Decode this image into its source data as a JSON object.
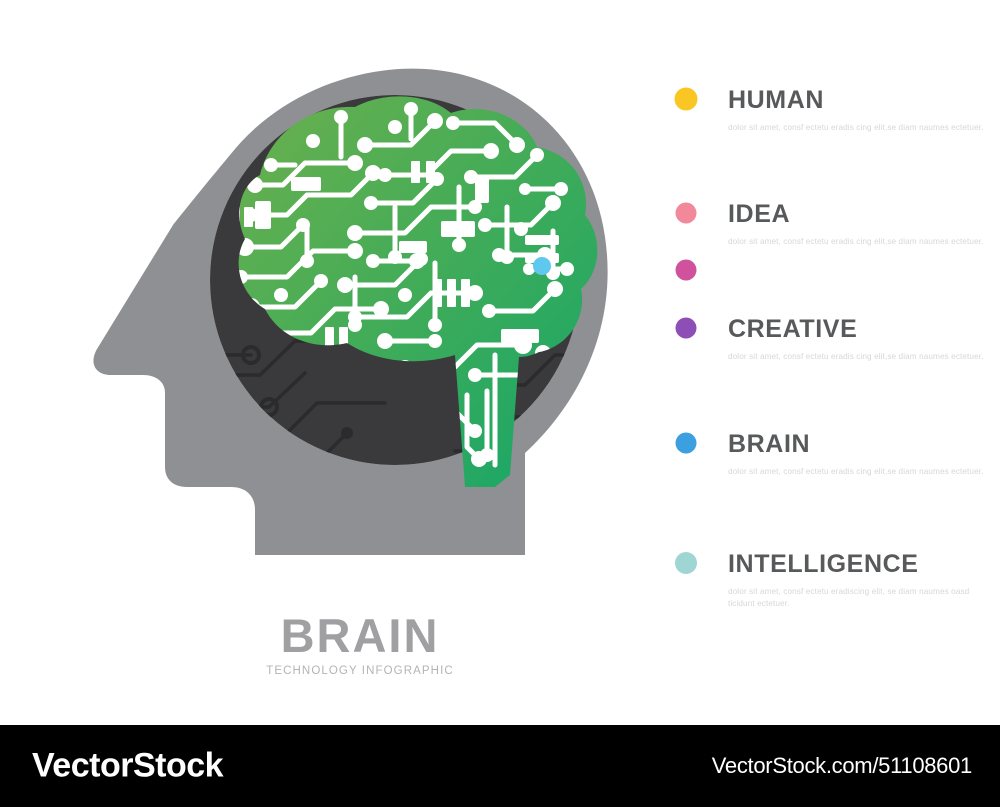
{
  "artwork": {
    "head_silhouette": "head-profile-silhouette",
    "head_color": "#8f9093",
    "circuit_disc_color": "#3a3a3c",
    "circuit_trace_color": "#2b2b2d",
    "brain_gradient_from": "#6cb04e",
    "brain_gradient_to": "#1aa565",
    "brain_trace_color": "#ffffff",
    "node_color": "#5ec8ee",
    "connector_gradient_from": "#5ec8ee",
    "connector_gradient_to": "#d0519c"
  },
  "brand": {
    "title": "BRAIN",
    "subtitle": "TECHNOLOGY  INFOGRAPHIC",
    "title_color": "#a0a0a2",
    "subtitle_color": "#b4b4b6"
  },
  "timeline": {
    "rail_colors": [
      "#f9c623",
      "#f2899b",
      "#d0519c",
      "#8d4fb6",
      "#3b9fe0",
      "#9fd5d3"
    ],
    "items": [
      {
        "label": "HUMAN",
        "body": "dolor sit amet, consf ectetu eradis cing elit,se diam naumes  ectetuer.",
        "dot_color": "#f9c623"
      },
      {
        "label": "IDEA",
        "body": "dolor sit amet, consf ectetu eradis cing elit,se diam naumes  ectetuer.",
        "dot_color": "#f2899b"
      },
      {
        "label": "CREATIVE",
        "body": "dolor sit amet, consf ectetu eradis cing elit,se diam naumes  ectetuer.",
        "dot_color": "#8d4fb6"
      },
      {
        "label": "BRAIN",
        "body": "dolor sit amet, consf ectetu eradis cing elit,se diam naumes  ectetuer.",
        "dot_color": "#3b9fe0"
      },
      {
        "label": "INTELLIGENCE",
        "body": "dolor sit amet, consf ectetu eradiscing elit, se diam naumes oasd ticidunt ectetuer.",
        "dot_color": "#9fd5d3"
      }
    ],
    "connector_dot_color": "#d0519c"
  },
  "footer": {
    "logo": "VectorStock",
    "url": "VectorStock.com/51108601",
    "background": "#000000",
    "text_color": "#ffffff"
  }
}
